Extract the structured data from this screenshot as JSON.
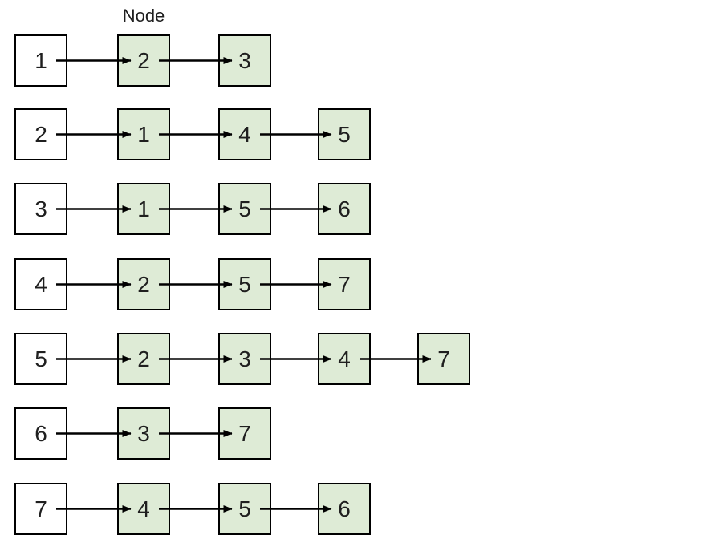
{
  "diagram": {
    "label": "Node",
    "colors": {
      "head_fill": "#ffffff",
      "node_fill": "#deebd6",
      "border": "#000000",
      "arrow": "#000000",
      "text": "#1f1f1f"
    },
    "rows": [
      {
        "head": "1",
        "nodes": [
          "2",
          "3"
        ]
      },
      {
        "head": "2",
        "nodes": [
          "1",
          "4",
          "5"
        ]
      },
      {
        "head": "3",
        "nodes": [
          "1",
          "5",
          "6"
        ]
      },
      {
        "head": "4",
        "nodes": [
          "2",
          "5",
          "7"
        ]
      },
      {
        "head": "5",
        "nodes": [
          "2",
          "3",
          "4",
          "7"
        ]
      },
      {
        "head": "6",
        "nodes": [
          "3",
          "7"
        ]
      },
      {
        "head": "7",
        "nodes": [
          "4",
          "5",
          "6"
        ]
      }
    ]
  }
}
